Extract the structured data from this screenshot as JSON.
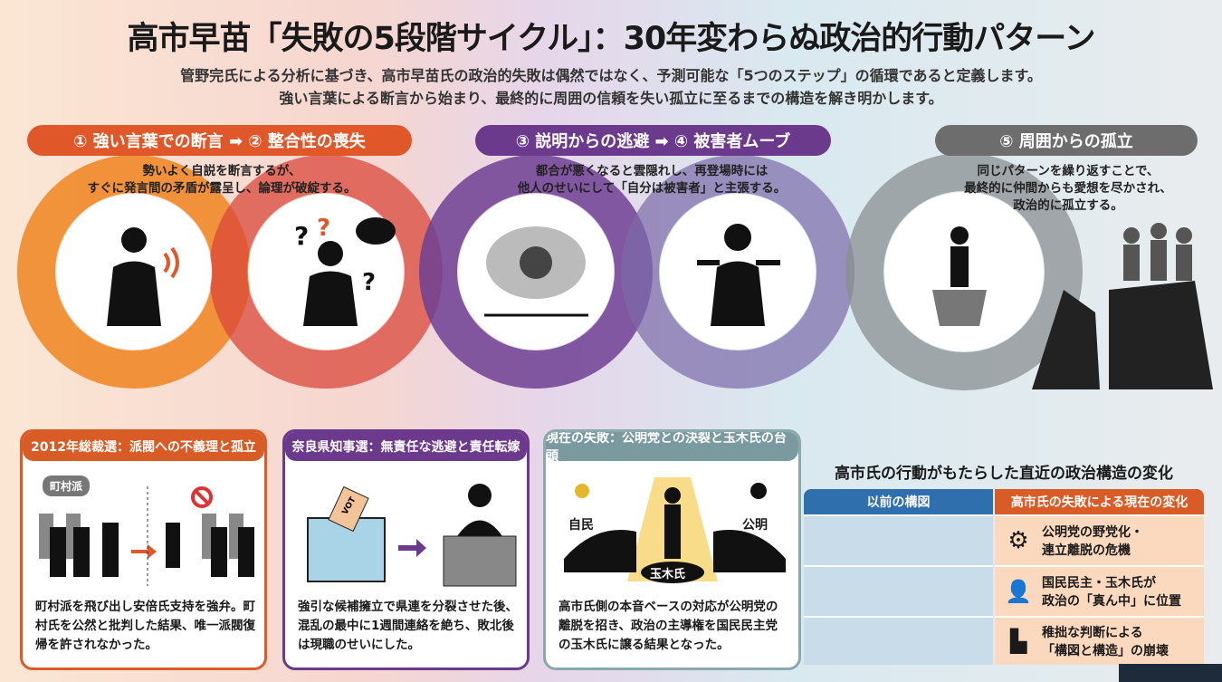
{
  "title": "高市早苗「失敗の5段階サイクル」：30年変わらぬ政治的行動パターン",
  "subtitle": [
    "管野完氏による分析に基づき、高市早苗氏の政治的失敗は偶然ではなく、予測可能な「5つのステップ」の循環であると定義します。",
    "強い言葉による断言から始まり、最終的に周囲の信頼を失い孤立に至るまでの構造を解き明かします。"
  ],
  "stages": [
    {
      "label": "① 強い言葉での断言 ➡ ② 整合性の喪失",
      "desc": [
        "勢いよく自説を断言するが、",
        "すぐに発言間の矛盾が露呈し、論理が破綻する。"
      ],
      "color": "#e0582a"
    },
    {
      "label": "③ 説明からの逃避 ➡ ④ 被害者ムーブ",
      "desc": [
        "都合が悪くなると雲隠れし、再登場時には",
        "他人のせいにして「自分は被害者」と主張する。"
      ],
      "color": "#6b3a8c"
    },
    {
      "label": "⑤ 周囲からの孤立",
      "desc": [
        "同じパターンを繰り返すことで、",
        "最終的に仲間からも愛想を尽かされ、",
        "政治的に孤立する。"
      ],
      "color": "#6d6d6d"
    }
  ],
  "cases": [
    {
      "header": "2012年総裁選：派閥への不義理と孤立",
      "tag": "町村派",
      "text": "町村派を飛び出し安倍氏支持を強弁。町村氏を公然と批判した結果、唯一派閥復帰を許されなかった。",
      "color": "#d95b26"
    },
    {
      "header": "奈良県知事選：無責任な逃避と責任転嫁",
      "tag": "VOT",
      "text": "強引な候補擁立で県連を分裂させた後、混乱の最中に1週間連絡を絶ち、敗北後は現職のせいにした。",
      "color": "#6b3a8c"
    },
    {
      "header": "現在の失敗：公明党との決裂と玉木氏の台頭",
      "labels": [
        "自民",
        "公明",
        "玉木氏"
      ],
      "text": "高市氏側の本音ベースの対応が公明党の離脱を招き、政治の主導権を国民民主党の玉木氏に譲る結果となった。",
      "color": "#7a9aa0"
    }
  ],
  "table": {
    "title": "高市氏の行動がもたらした直近の政治構造の変化",
    "headers": [
      "以前の構図",
      "高市氏の失敗による現在の変化"
    ],
    "rows": [
      {
        "before": "",
        "after": [
          "公明党の野党化・",
          "連立離脱の危機"
        ],
        "icon": "gears-icon"
      },
      {
        "before": "",
        "after": [
          "国民民主・玉木氏が",
          "政治の「真ん中」に位置"
        ],
        "icon": "spotlight-person-icon"
      },
      {
        "before": "",
        "after": [
          "稚拙な判断による",
          "「構図と構造」の崩壊"
        ],
        "icon": "collapse-icon"
      }
    ]
  }
}
